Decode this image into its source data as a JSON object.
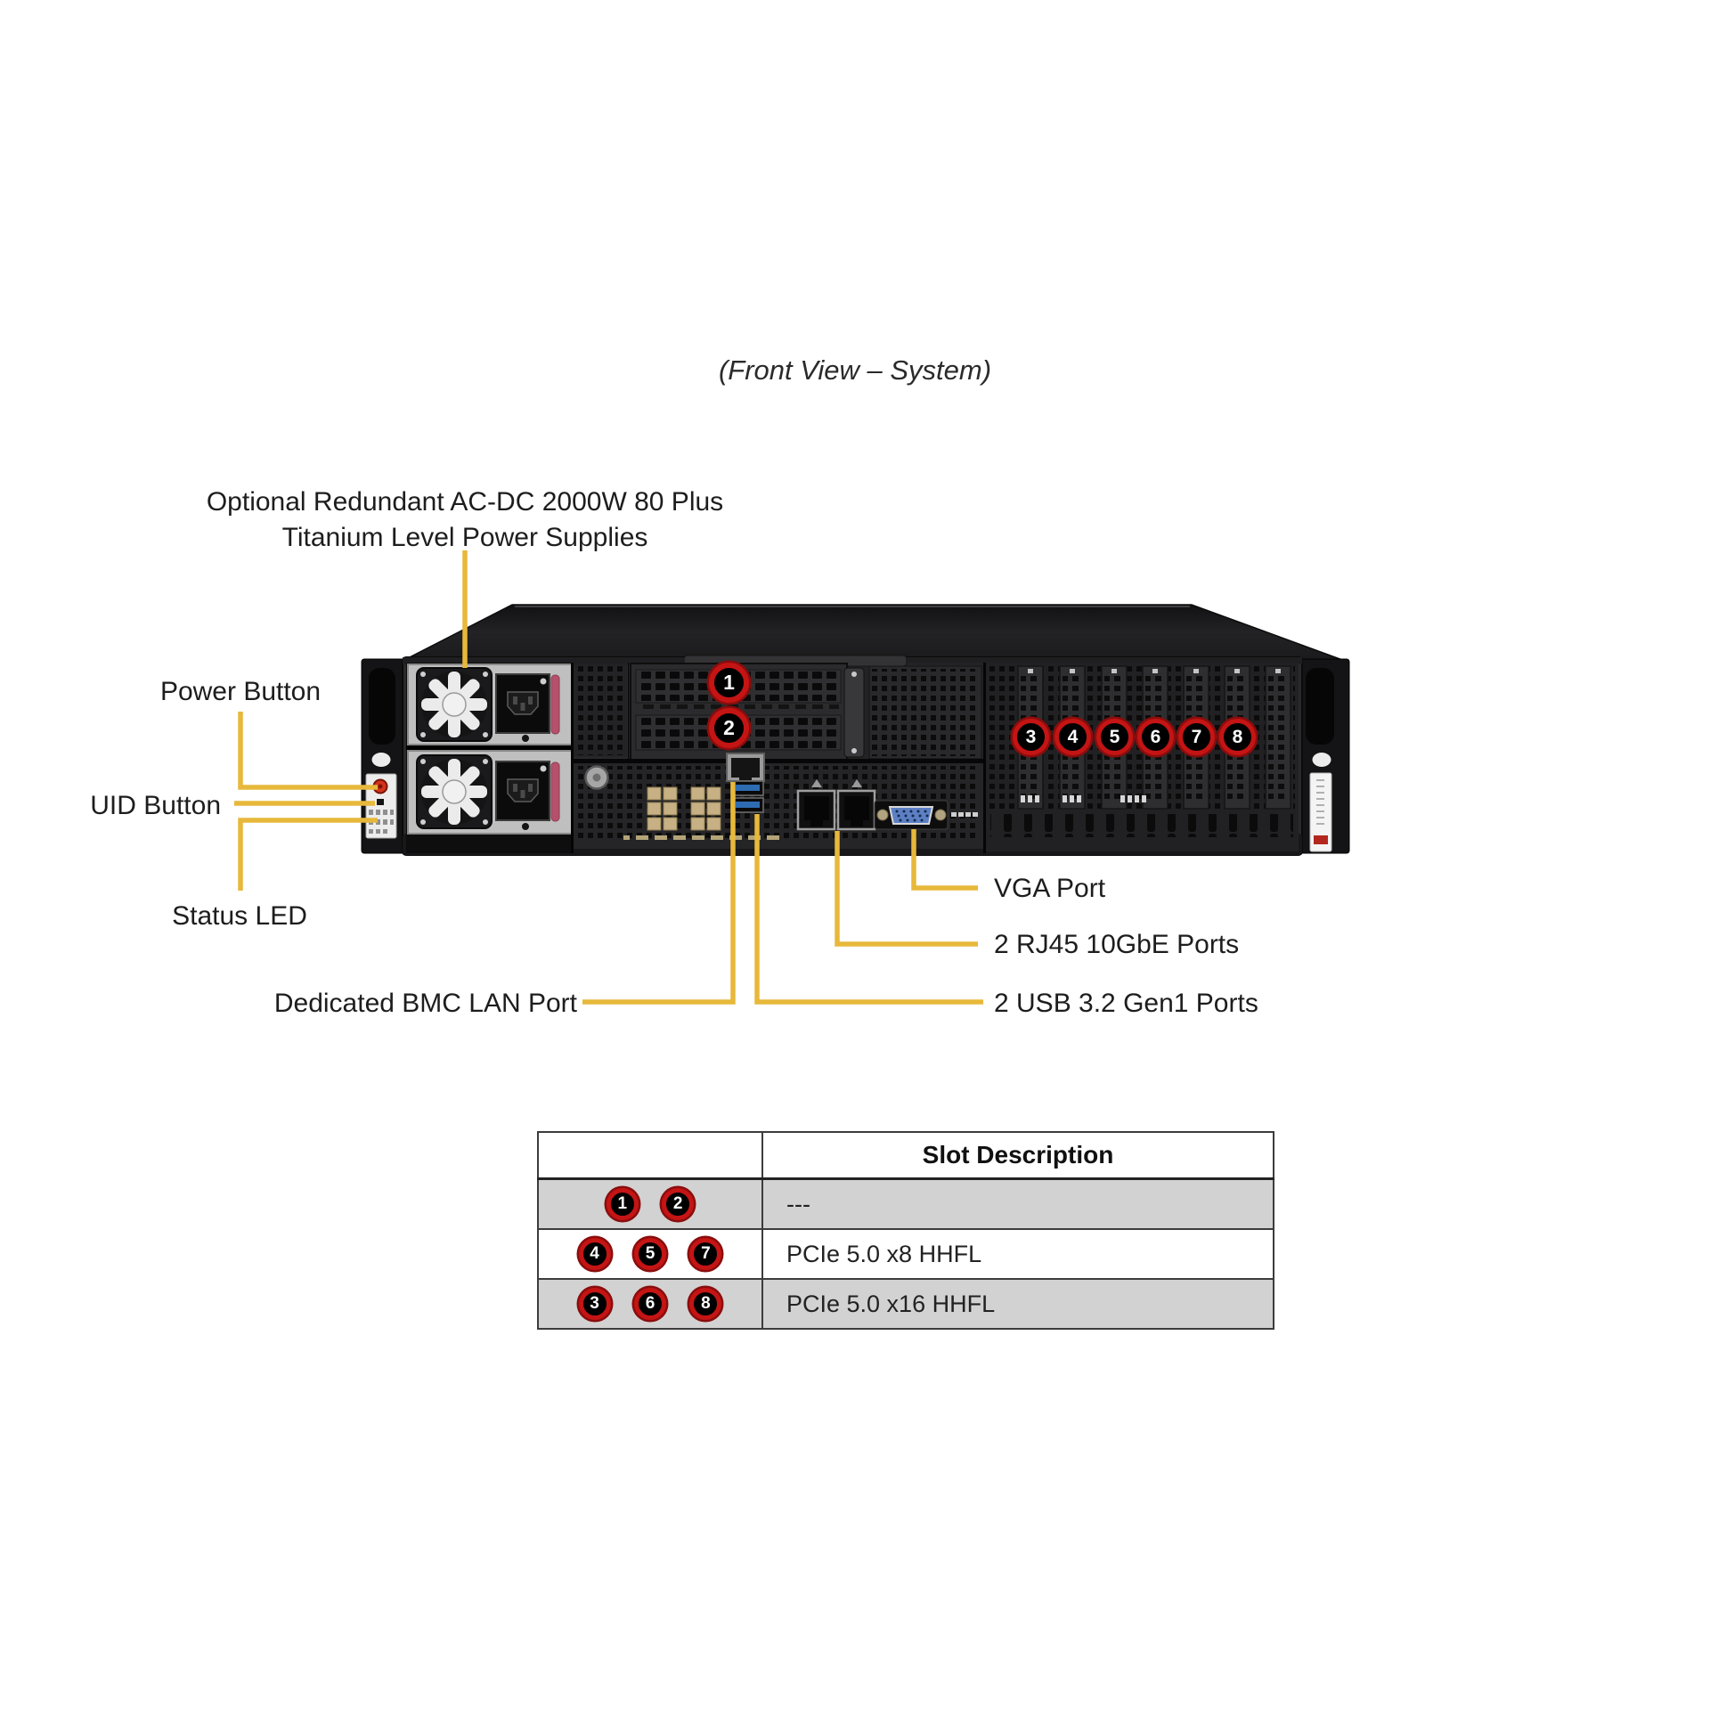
{
  "title": "(Front View – System)",
  "callouts": {
    "psu_line1": "Optional Redundant AC-DC 2000W 80 Plus",
    "psu_line2": "Titanium Level Power Supplies",
    "power_button": "Power Button",
    "uid_button": "UID Button",
    "status_led": "Status LED",
    "vga": "VGA Port",
    "rj45": "2 RJ45 10GbE Ports",
    "usb": "2 USB 3.2 Gen1 Ports",
    "bmc": "Dedicated BMC LAN Port"
  },
  "markers": [
    "1",
    "2",
    "3",
    "4",
    "5",
    "6",
    "7",
    "8"
  ],
  "table": {
    "header": {
      "slots": "",
      "description": "Slot Description"
    },
    "rows": [
      {
        "slots": [
          "1",
          "2"
        ],
        "description": "---"
      },
      {
        "slots": [
          "4",
          "5",
          "7"
        ],
        "description": "PCIe 5.0 x8 HHFL"
      },
      {
        "slots": [
          "3",
          "6",
          "8"
        ],
        "description": "PCIe 5.0 x16 HHFL"
      }
    ]
  },
  "colors": {
    "callout_line": "#E7B83B",
    "marker_ring": "#C41414",
    "marker_fill": "#000000",
    "marker_number": "#FFFFFF",
    "table_shaded_row": "#D2D2D2",
    "chassis_body": "#29292B",
    "usb_port_blue": "#2E6CB2",
    "vga_port_blue": "#5D80C4"
  }
}
